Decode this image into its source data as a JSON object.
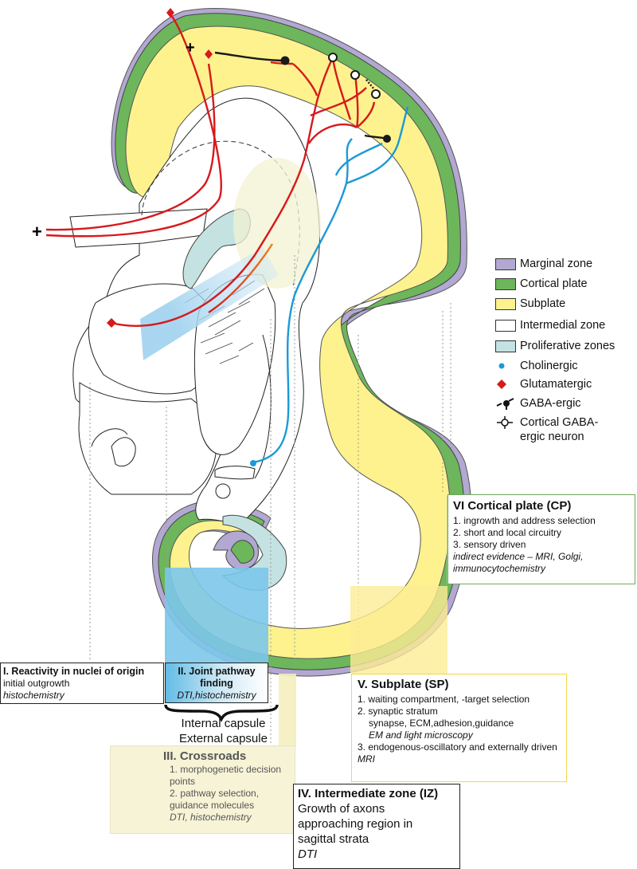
{
  "colors": {
    "marginal_zone": "#b3a8d2",
    "cortical_plate": "#6db65b",
    "subplate": "#fdf28d",
    "intermedial_zone": "#ffffff",
    "proliferative_zones": "#c4e2e2",
    "cholinergic": "#1b9ad6",
    "glutamatergic": "#d7191c",
    "gaba": "#1a1a1a"
  },
  "plus_signs": [
    "+",
    "+"
  ],
  "legend": [
    {
      "label": "Marginal zone",
      "kind": "swatch",
      "color": "#b3a8d2"
    },
    {
      "label": "Cortical plate",
      "kind": "swatch",
      "color": "#6db65b"
    },
    {
      "label": "Subplate",
      "kind": "swatch",
      "color": "#fdf28d"
    },
    {
      "label": "Intermedial zone",
      "kind": "swatch",
      "color": "#ffffff"
    },
    {
      "label": "Proliferative zones",
      "kind": "swatch",
      "color": "#c4e2e2"
    },
    {
      "label": "Cholinergic",
      "kind": "dot-icon",
      "color": "#1b9ad6"
    },
    {
      "label": "Glutamatergic",
      "kind": "diamond-icon",
      "color": "#d7191c"
    },
    {
      "label": "GABA-ergic",
      "kind": "gaba-synapse-icon",
      "color": "#1a1a1a"
    },
    {
      "label": "Cortical GABA-ergic neuron",
      "label_lines": [
        "Cortical GABA-",
        "ergic neuron"
      ],
      "kind": "gaba-neuron-icon",
      "color": "#1a1a1a"
    }
  ],
  "boxes": {
    "cortical_plate": {
      "title": "VI Cortical plate (CP)",
      "items": [
        "1. ingrowth and address selection",
        "2. short and local circuitry",
        "3. sensory driven"
      ],
      "evidence": "indirect evidence – MRI, Golgi, immunocytochemistry"
    },
    "subplate": {
      "title": "V. Subplate (SP)",
      "item1": "1. waiting compartment, -target selection",
      "item2": "2. synaptic stratum",
      "item2_detail": "synapse, ECM,adhesion,guidance",
      "item2_method": "EM and light microscopy",
      "item3": "3. endogenous-oscillatory and externally driven",
      "method": "MRI"
    },
    "reactivity": {
      "title": "I. Reactivity in nuclei of origin",
      "line": "initial outgrowth",
      "method": "histochemistry"
    },
    "joint_pathway": {
      "title": "II. Joint pathway finding",
      "method": "DTI,histochemistry"
    },
    "capsules": {
      "line1": "Internal capsule",
      "line2": "External capsule"
    },
    "crossroads": {
      "title": "III. Crossroads",
      "item1": "1. morphogenetic decision points",
      "item2": "2. pathway selection, guidance molecules",
      "method": "DTI, histochemistry"
    },
    "intermediate": {
      "title": "IV. Intermediate zone (IZ)",
      "text": "Growth of axons approaching region in sagittal strata",
      "method": "DTI"
    }
  }
}
